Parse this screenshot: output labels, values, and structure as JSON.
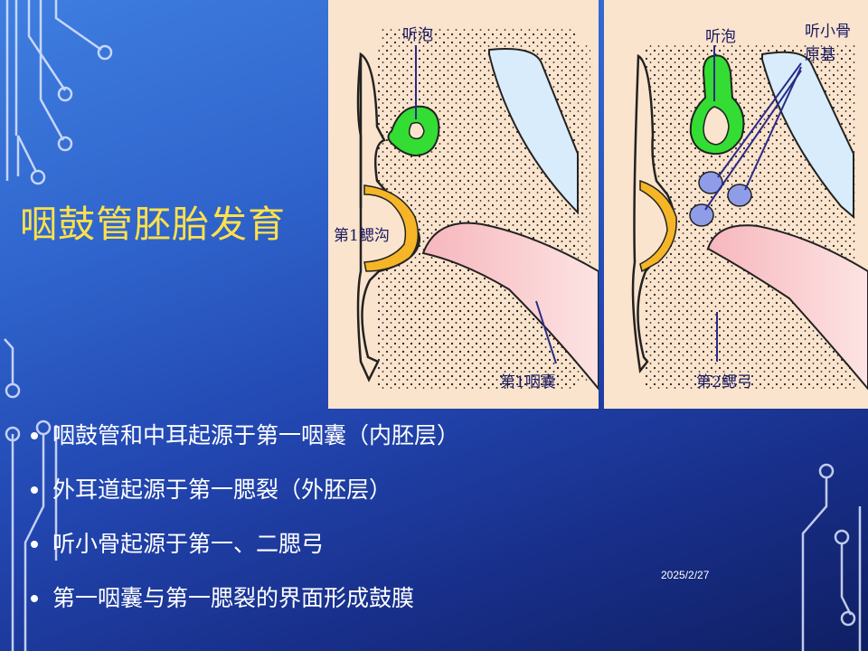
{
  "slide": {
    "title": "咽鼓管胚胎发育",
    "date": "2025/2/27"
  },
  "figure_left": {
    "labels": {
      "otic_vesicle": "听泡",
      "first_groove": "第1鳃沟",
      "first_pouch": "第1咽囊"
    }
  },
  "figure_right": {
    "labels": {
      "otic_vesicle": "听泡",
      "ossicle_primordium_line1": "听小骨",
      "ossicle_primordium_line2": "原基",
      "second_arch": "第2鳃弓"
    }
  },
  "bullets": [
    "咽鼓管和中耳起源于第一咽囊（内胚层）",
    "外耳道起源于第一腮裂（外胚层）",
    "听小骨起源于第一、二腮弓",
    "第一咽囊与第一腮裂的界面形成鼓膜"
  ],
  "colors": {
    "title": "#ffe14a",
    "figure_bg": "#fbe4cd",
    "otic_green": "#33dd33",
    "groove_orange": "#f5b526",
    "pouch_pink": "#f7c4c8",
    "cartilage_blue": "#d8ecfb",
    "ossicle_blue": "#8f9de8"
  }
}
